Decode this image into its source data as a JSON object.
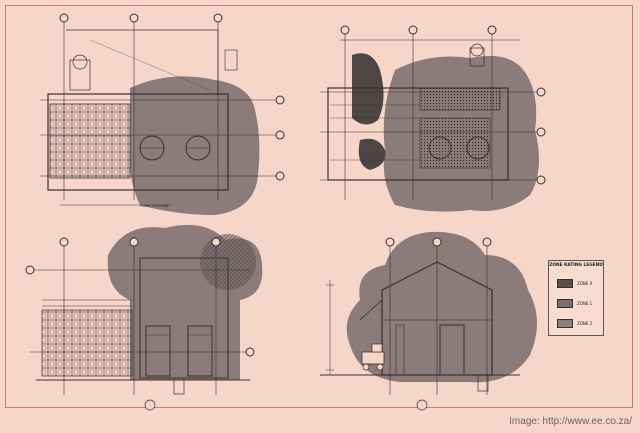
{
  "caption": {
    "credit": "Image: http://www.ee.co.za/"
  },
  "legend": {
    "title": "ZONE RATING LEGEND",
    "entries": [
      {
        "label": "ZONE 0",
        "color": "#5b5050"
      },
      {
        "label": "ZONE 1",
        "color": "#7a6d6d"
      },
      {
        "label": "ZONE 2",
        "color": "#8d7f7e"
      }
    ]
  },
  "colors": {
    "paper": "#f6d6c9",
    "hazard_zone": "#8b7b7a",
    "hazard_zone_dark": "#4e4545",
    "ink": "#3a3030",
    "border": "#c77a74"
  }
}
